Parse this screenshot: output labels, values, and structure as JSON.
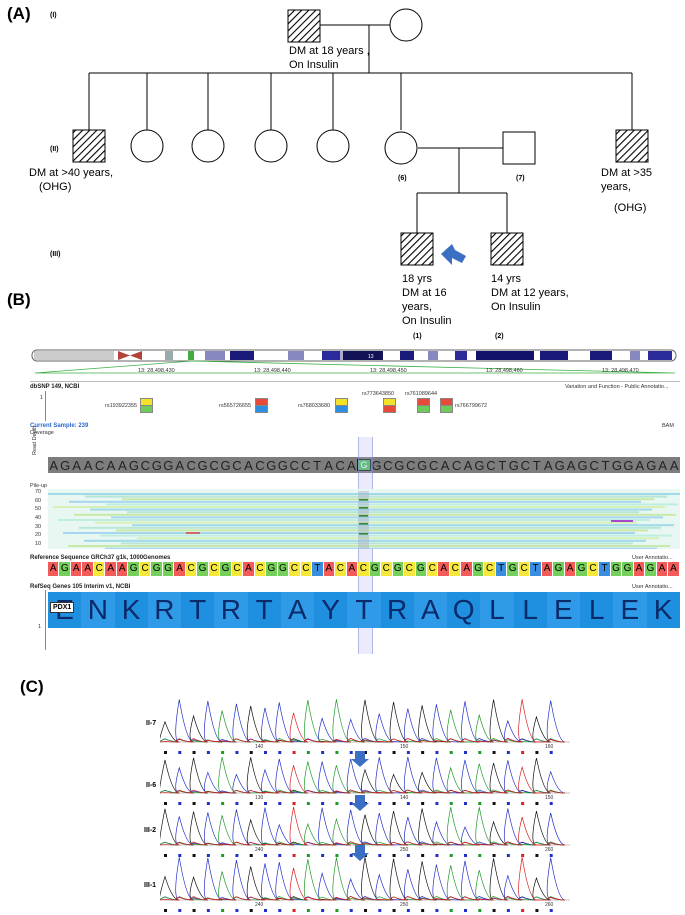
{
  "panels": {
    "A": "(A)",
    "B": "(B)",
    "C": "(C)"
  },
  "pedigree": {
    "generations": [
      "(I)",
      "(II)",
      "(III)"
    ],
    "father_text": [
      "DM at 18 years ,",
      "On Insulin"
    ],
    "ii_left_text": [
      "DM at >40 years,",
      "(OHG)"
    ],
    "ii_right_text": [
      "DM at >35 years,",
      "(OHG)"
    ],
    "ii6_label": "(6)",
    "ii7_label": "(7)",
    "proband_text": [
      "18 yrs",
      "DM at 16",
      "years,",
      "On Insulin"
    ],
    "proband_label": "(1)",
    "sibling_text": [
      "14 yrs",
      "DM at 12 years,",
      "On Insulin"
    ],
    "sibling_label": "(2)"
  },
  "igv": {
    "chr_band_label": "13",
    "coords": [
      "13: 28,498,430",
      "13: 28,498,440",
      "13: 28,498,450",
      "13: 28,498,460",
      "13: 28,498,470"
    ],
    "dbsnp_title": "dbSNP 149, NCBI",
    "dbsnp_right": "Variation and Function - Public Annotatio...",
    "snps": [
      "rs193922355",
      "rs565726655",
      "rs768033680",
      "rs773643850",
      "rs761089644",
      "rs766799672"
    ],
    "current_sample": "Current Sample: 239",
    "bam_label": "BAM",
    "coverage_label": "Coverage",
    "read_depth_label": "Read Depth",
    "coverage_seq": "AGAACAAGCGGACGCGCACGGCCTACAGGCGCGCACAGCTGCTAGAGCTGGAGAA",
    "variant_base": "G",
    "pileup_label": "Pile-up",
    "pileup_ticks": [
      "70",
      "60",
      "50",
      "40",
      "30",
      "20",
      "10"
    ],
    "ref_title": "Reference Sequence GRCh37 g1k, 1000Genomes",
    "ref_right": "User Annotatio...",
    "ref_seq": "AGAACAAGCGGACGCGCACGGCCTACACGCGCGCACAGCTGCTAGAGCTGGAGAA",
    "refseq_title": "RefSeq Genes 105 Interim v1, NCBI",
    "refseq_right": "User Annotatio...",
    "gene_name": "PDX1",
    "aa_seq": [
      "E",
      "N",
      "K",
      "R",
      "T",
      "R",
      "T",
      "A",
      "Y",
      "T",
      "R",
      "A",
      "Q",
      "L",
      "L",
      "E",
      "L",
      "E",
      "K"
    ],
    "track_num": "1"
  },
  "chromatograms": {
    "traces": [
      {
        "label": "II-7",
        "ticks": [
          "140",
          "150",
          "160"
        ],
        "arrow": false
      },
      {
        "label": "II-6",
        "ticks": [
          "130",
          "140",
          "150"
        ],
        "arrow": true
      },
      {
        "label": "III-2",
        "ticks": [
          "240",
          "250",
          "260"
        ],
        "arrow": true
      },
      {
        "label": "III-1",
        "ticks": [
          "240",
          "250",
          "260"
        ],
        "arrow": true
      }
    ],
    "bases": "GCGCACGCCTACACGCGCGCACAGCTGC"
  },
  "colors": {
    "A": "#1e9a2a",
    "C": "#2230c8",
    "G": "#111111",
    "T": "#d82020",
    "arrow": "#3a6fc4",
    "gene": "#1f8fe0"
  }
}
